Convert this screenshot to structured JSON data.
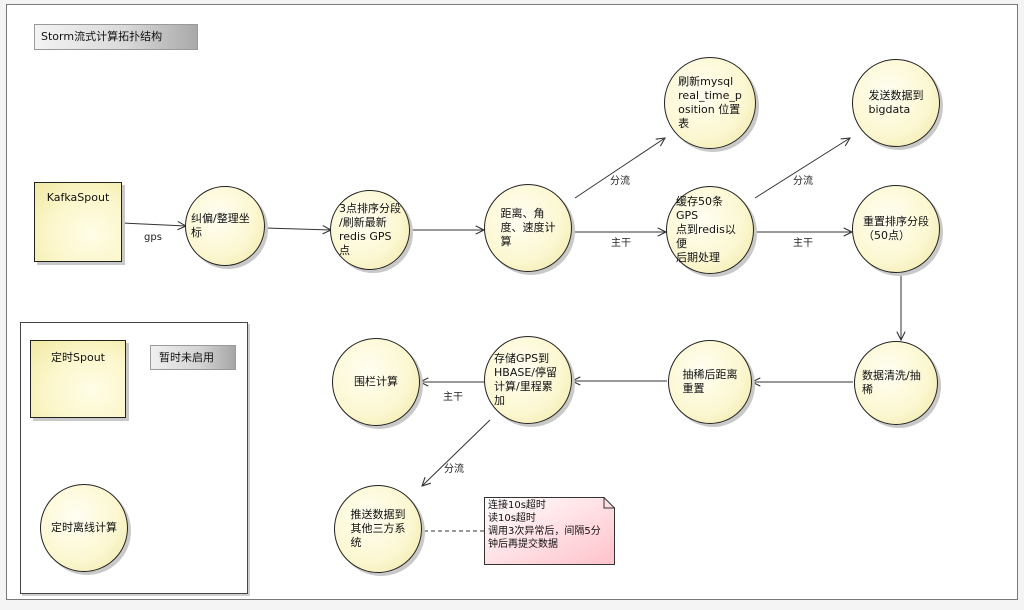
{
  "diagram": {
    "title": "Storm流式计算拓扑结构",
    "colors": {
      "node_fill": "#fcf8d3",
      "node_stroke": "#222222",
      "note_fill": "#ffd9de",
      "edge": "#333333"
    },
    "nodes": [
      {
        "id": "kafka",
        "shape": "box",
        "label": "KafkaSpout"
      },
      {
        "id": "n1",
        "shape": "circle",
        "label": "纠偏/整理坐标"
      },
      {
        "id": "n2",
        "shape": "circle",
        "label": "3点排序分段\n/刷新最新\nredis GPS\n点"
      },
      {
        "id": "n3",
        "shape": "circle",
        "label": "距离、角\n度、速度计\n算"
      },
      {
        "id": "n4",
        "shape": "circle",
        "label": "刷新mysql\nreal_time_p\nosition 位置\n表"
      },
      {
        "id": "n5",
        "shape": "circle",
        "label": "缓存50条GPS\n点到redis以便\n后期处理"
      },
      {
        "id": "n6",
        "shape": "circle",
        "label": "发送数据到\nbigdata"
      },
      {
        "id": "n7",
        "shape": "circle",
        "label": "重置排序分段\n（50点）"
      },
      {
        "id": "n8",
        "shape": "circle",
        "label": "数据清洗/抽稀"
      },
      {
        "id": "n9",
        "shape": "circle",
        "label": "抽稀后距离\n重置"
      },
      {
        "id": "n10",
        "shape": "circle",
        "label": "存储GPS到\nHBASE/停留\n计算/里程累加"
      },
      {
        "id": "n11",
        "shape": "circle",
        "label": "围栏计算"
      },
      {
        "id": "n12",
        "shape": "circle",
        "label": "推送数据到\n其他三方系\n统"
      },
      {
        "id": "timer_spout",
        "shape": "box",
        "label": "定时Spout"
      },
      {
        "id": "timer_offline",
        "shape": "circle",
        "label": "定时离线计算"
      }
    ],
    "edges": [
      {
        "from": "kafka",
        "to": "n1",
        "label": "gps"
      },
      {
        "from": "n1",
        "to": "n2",
        "label": ""
      },
      {
        "from": "n2",
        "to": "n3",
        "label": ""
      },
      {
        "from": "n3",
        "to": "n4",
        "label": "分流"
      },
      {
        "from": "n3",
        "to": "n5",
        "label": "主干"
      },
      {
        "from": "n5",
        "to": "n6",
        "label": "分流"
      },
      {
        "from": "n5",
        "to": "n7",
        "label": "主干"
      },
      {
        "from": "n7",
        "to": "n8",
        "label": ""
      },
      {
        "from": "n8",
        "to": "n9",
        "label": ""
      },
      {
        "from": "n9",
        "to": "n10",
        "label": ""
      },
      {
        "from": "n10",
        "to": "n11",
        "label": "主干"
      },
      {
        "from": "n10",
        "to": "n12",
        "label": "分流"
      }
    ],
    "group": {
      "badge": "暂时未启用"
    },
    "note": {
      "text": "连接10s超时\n读10s超时\n调用3次异常后，间隔5分\n钟后再提交数据"
    }
  }
}
